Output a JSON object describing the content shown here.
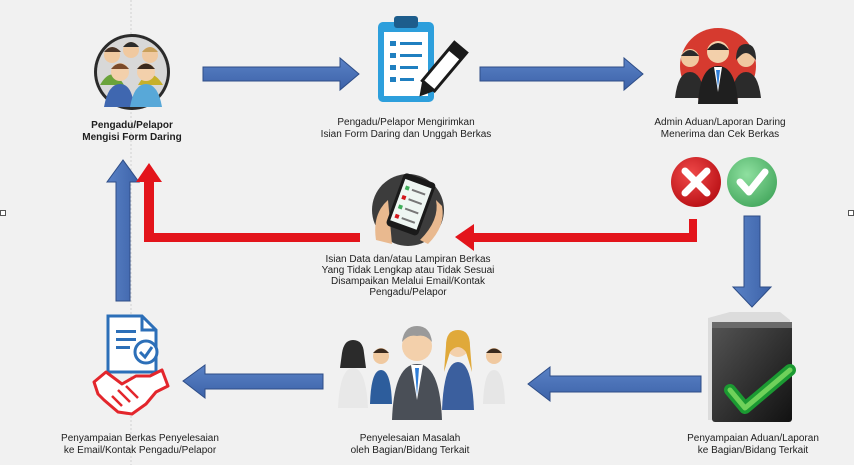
{
  "diagram": {
    "steps": {
      "step1": {
        "line1": "Pengadu/Pelapor",
        "line2": "Mengisi Form Daring"
      },
      "step2": {
        "line1": "Pengadu/Pelapor Mengirimkan",
        "line2": "Isian Form Daring dan Unggah Berkas"
      },
      "step3": {
        "line1": "Admin Aduan/Laporan Daring",
        "line2": "Menerima dan Cek Berkas"
      },
      "reject": {
        "line1": "Isian Data dan/atau Lampiran Berkas",
        "line2": "Yang Tidak Lengkap atau Tidak Sesuai",
        "line3": "Disampaikan Melalui Email/Kontak",
        "line4": "Pengadu/Pelapor"
      },
      "step4": {
        "line1": "Penyampaian Aduan/Laporan",
        "line2": "ke Bagian/Bidang Terkait"
      },
      "step5": {
        "line1": "Penyelesaian Masalah",
        "line2": "oleh Bagian/Bidang Terkait"
      },
      "step6": {
        "line1": "Penyampaian Berkas Penyelesaian",
        "line2": "ke Email/Kontak Pengadu/Pelapor"
      }
    },
    "icons": [
      "group-people-icon",
      "clipboard-pencil-icon",
      "admin-team-icon",
      "reject-x-icon",
      "approve-check-icon",
      "checklist-phone-icon",
      "folder-check-icon",
      "business-team-icon",
      "document-handshake-icon"
    ],
    "colors": {
      "flow_arrow": "#4a72b8",
      "reject_arrow": "#e3141b",
      "reject_circle": "#d3171d",
      "approve_circle": "#5bbd72"
    }
  }
}
